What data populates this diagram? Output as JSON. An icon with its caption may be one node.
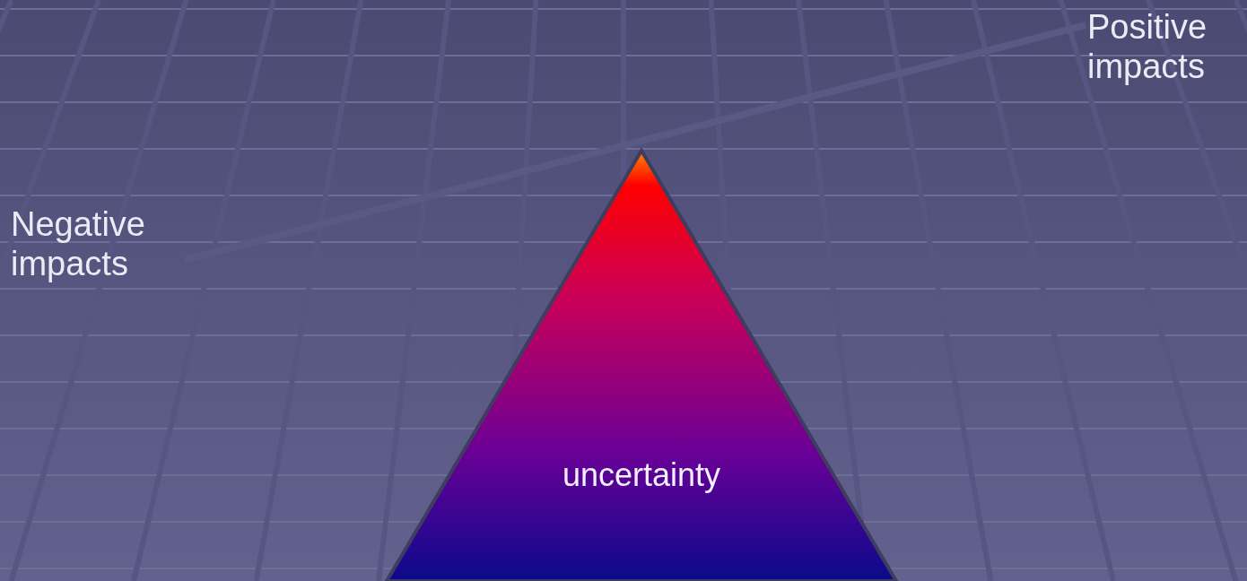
{
  "diagram": {
    "nodes": [
      {
        "text": [
          "Negative impacts"
        ]
      },
      {
        "text": [
          "Positive impacts"
        ]
      },
      {
        "text": [
          "uncertainty"
        ]
      }
    ],
    "edges": [
      {
        "from": 0,
        "to": 1,
        "arrow": "none"
      }
    ]
  }
}
